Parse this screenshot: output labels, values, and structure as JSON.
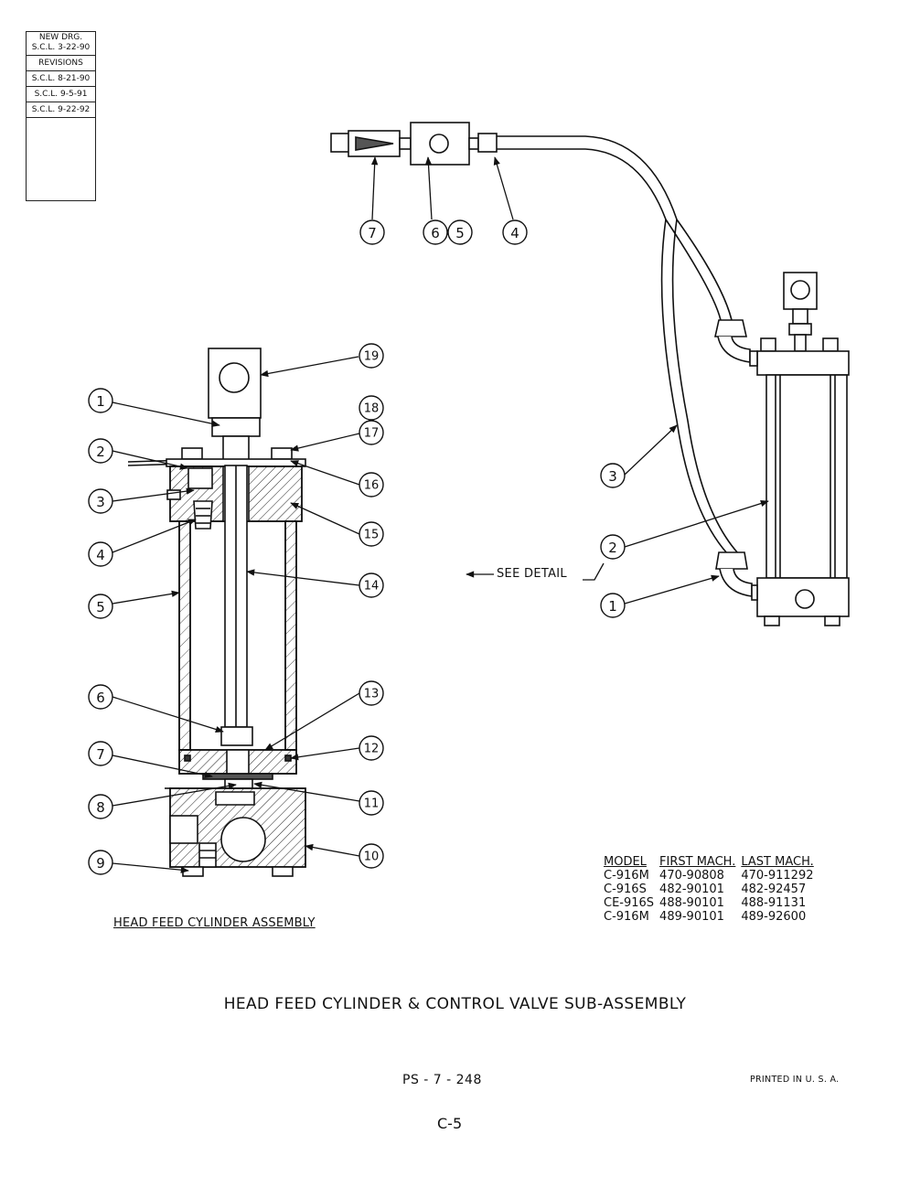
{
  "revision_box": {
    "header_line1": "NEW DRG.",
    "header_line2": "S.C.L. 3-22-90",
    "revisions_label": "REVISIONS",
    "revisions": [
      "S.C.L. 8-21-90",
      "S.C.L. 9-5-91",
      "S.C.L. 9-22-92"
    ]
  },
  "valve_callouts": [
    "7",
    "6",
    "5",
    "4"
  ],
  "cylinder_callouts": {
    "left": [
      "1",
      "2",
      "3",
      "4",
      "5",
      "6",
      "7",
      "8",
      "9"
    ],
    "right": [
      "19",
      "18",
      "17",
      "16",
      "15",
      "14",
      "13",
      "12",
      "11",
      "10"
    ]
  },
  "assembly_callouts": [
    "3",
    "2",
    "1"
  ],
  "see_detail_label": "SEE DETAIL",
  "sub_assembly_title": "HEAD FEED CYLINDER ASSEMBLY",
  "model_table": {
    "headers": [
      "MODEL",
      "FIRST MACH.",
      "LAST MACH."
    ],
    "rows": [
      [
        "C-916M",
        "470-90808",
        "470-911292"
      ],
      [
        "C-916S",
        "482-90101",
        "482-92457"
      ],
      [
        "CE-916S",
        "488-90101",
        "488-91131"
      ],
      [
        "C-916M",
        "489-90101",
        "489-92600"
      ]
    ]
  },
  "main_title": "HEAD FEED CYLINDER & CONTROL VALVE SUB-ASSEMBLY",
  "document_number": "PS - 7 - 248",
  "printed_in": "PRINTED IN U. S. A.",
  "page_number": "C-5"
}
